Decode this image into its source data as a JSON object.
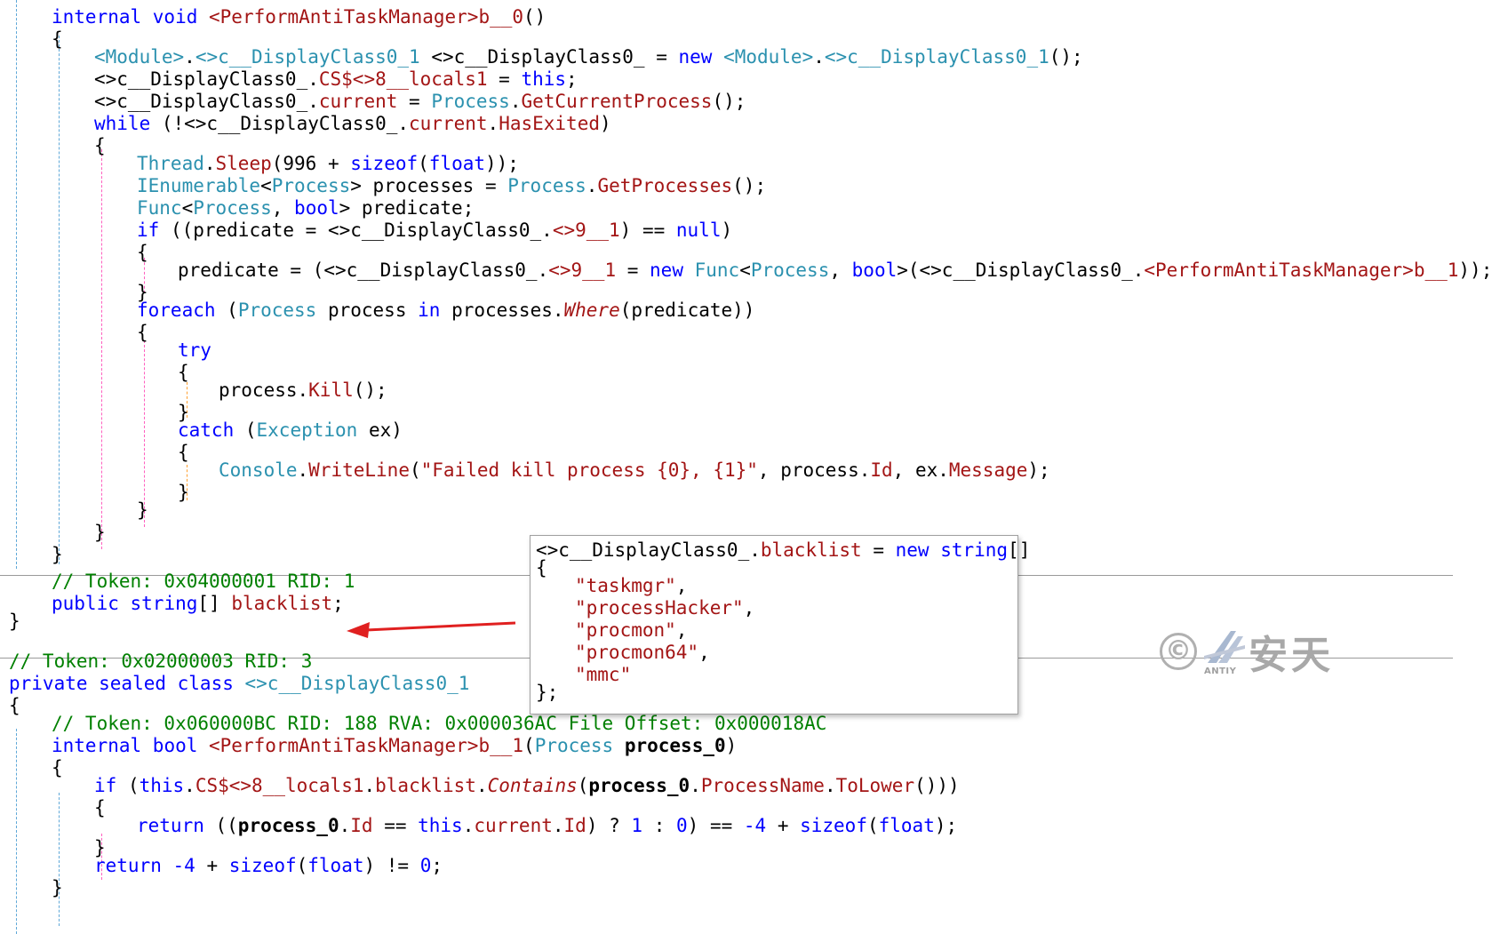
{
  "code_lines": [
    [
      [
        "kw",
        "internal void "
      ],
      [
        "member",
        "<PerformAntiTaskManager>b__0"
      ],
      [
        "plain",
        "()"
      ]
    ],
    [
      [
        "plain",
        "{"
      ]
    ],
    [
      [
        "type",
        "<Module>"
      ],
      [
        "plain",
        "."
      ],
      [
        "type",
        "<>c__DisplayClass0_1"
      ],
      [
        "plain",
        " <>c__DisplayClass0_ = "
      ],
      [
        "kw",
        "new "
      ],
      [
        "type",
        "<Module>"
      ],
      [
        "plain",
        "."
      ],
      [
        "type",
        "<>c__DisplayClass0_1"
      ],
      [
        "plain",
        "();"
      ]
    ],
    [
      [
        "plain",
        "<>c__DisplayClass0_."
      ],
      [
        "member",
        "CS$<>8__locals1"
      ],
      [
        "plain",
        " = "
      ],
      [
        "kw",
        "this"
      ],
      [
        "plain",
        ";"
      ]
    ],
    [
      [
        "plain",
        "<>c__DisplayClass0_."
      ],
      [
        "member",
        "current"
      ],
      [
        "plain",
        " = "
      ],
      [
        "type",
        "Process"
      ],
      [
        "plain",
        "."
      ],
      [
        "method",
        "GetCurrentProcess"
      ],
      [
        "plain",
        "();"
      ]
    ],
    [
      [
        "kw",
        "while"
      ],
      [
        "plain",
        " (!<>c__DisplayClass0_."
      ],
      [
        "member",
        "current"
      ],
      [
        "plain",
        "."
      ],
      [
        "member",
        "HasExited"
      ],
      [
        "plain",
        ")"
      ]
    ],
    [
      [
        "plain",
        "{"
      ]
    ],
    [
      [
        "type",
        "Thread"
      ],
      [
        "plain",
        "."
      ],
      [
        "method",
        "Sleep"
      ],
      [
        "plain",
        "("
      ],
      [
        "num",
        "996"
      ],
      [
        "plain",
        " + "
      ],
      [
        "kw",
        "sizeof"
      ],
      [
        "plain",
        "("
      ],
      [
        "kw",
        "float"
      ],
      [
        "plain",
        "));"
      ]
    ],
    [
      [
        "type",
        "IEnumerable"
      ],
      [
        "plain",
        "<"
      ],
      [
        "type",
        "Process"
      ],
      [
        "plain",
        "> processes = "
      ],
      [
        "type",
        "Process"
      ],
      [
        "plain",
        "."
      ],
      [
        "method",
        "GetProcesses"
      ],
      [
        "plain",
        "();"
      ]
    ],
    [
      [
        "type",
        "Func"
      ],
      [
        "plain",
        "<"
      ],
      [
        "type",
        "Process"
      ],
      [
        "plain",
        ", "
      ],
      [
        "kw",
        "bool"
      ],
      [
        "plain",
        "> predicate;"
      ]
    ],
    [
      [
        "kw",
        "if"
      ],
      [
        "plain",
        " ((predicate = <>c__DisplayClass0_."
      ],
      [
        "member",
        "<>9__1"
      ],
      [
        "plain",
        ") == "
      ],
      [
        "kw",
        "null"
      ],
      [
        "plain",
        ")"
      ]
    ],
    [
      [
        "plain",
        "{"
      ]
    ],
    [
      [
        "plain",
        "predicate = (<>c__DisplayClass0_."
      ],
      [
        "member",
        "<>9__1"
      ],
      [
        "plain",
        " = "
      ],
      [
        "kw",
        "new "
      ],
      [
        "type",
        "Func"
      ],
      [
        "plain",
        "<"
      ],
      [
        "type",
        "Process"
      ],
      [
        "plain",
        ", "
      ],
      [
        "kw",
        "bool"
      ],
      [
        "plain",
        ">(<>c__DisplayClass0_."
      ],
      [
        "member",
        "<PerformAntiTaskManager>b__1"
      ],
      [
        "plain",
        "));"
      ]
    ],
    [
      [
        "plain",
        "}"
      ]
    ],
    [
      [
        "kw",
        "foreach"
      ],
      [
        "plain",
        " ("
      ],
      [
        "type",
        "Process"
      ],
      [
        "plain",
        " process "
      ],
      [
        "kw",
        "in"
      ],
      [
        "plain",
        " processes."
      ],
      [
        "italic",
        "Where"
      ],
      [
        "plain",
        "(predicate))"
      ]
    ],
    [
      [
        "plain",
        "{"
      ]
    ],
    [
      [
        "kw",
        "try"
      ]
    ],
    [
      [
        "plain",
        "{"
      ]
    ],
    [
      [
        "plain",
        "process."
      ],
      [
        "method",
        "Kill"
      ],
      [
        "plain",
        "();"
      ]
    ],
    [
      [
        "plain",
        "}"
      ]
    ],
    [
      [
        "kw",
        "catch"
      ],
      [
        "plain",
        " ("
      ],
      [
        "type",
        "Exception"
      ],
      [
        "plain",
        " ex)"
      ]
    ],
    [
      [
        "plain",
        "{"
      ]
    ],
    [
      [
        "type",
        "Console"
      ],
      [
        "plain",
        "."
      ],
      [
        "method",
        "WriteLine"
      ],
      [
        "plain",
        "("
      ],
      [
        "str",
        "\"Failed kill process {0}, {1}\""
      ],
      [
        "plain",
        ", process."
      ],
      [
        "member",
        "Id"
      ],
      [
        "plain",
        ", ex."
      ],
      [
        "member",
        "Message"
      ],
      [
        "plain",
        ");"
      ]
    ],
    [
      [
        "plain",
        "}"
      ]
    ],
    [
      [
        "plain",
        "}"
      ]
    ],
    [
      [
        "plain",
        "}"
      ]
    ],
    [
      [
        "plain",
        "}"
      ]
    ],
    [
      [
        "comment",
        "// Token: 0x04000001 RID: 1"
      ]
    ],
    [
      [
        "kw",
        "public "
      ],
      [
        "kw",
        "string"
      ],
      [
        "plain",
        "[] "
      ],
      [
        "member",
        "blacklist"
      ],
      [
        "plain",
        ";"
      ]
    ],
    [
      [
        "plain",
        "}"
      ]
    ],
    [
      [
        "comment",
        "// Token: 0x02000003 RID: 3"
      ]
    ],
    [
      [
        "kw",
        "private sealed class "
      ],
      [
        "type",
        "<>c__DisplayClass0_1"
      ]
    ],
    [
      [
        "plain",
        "{"
      ]
    ],
    [
      [
        "comment",
        "// Token: 0x060000BC RID: 188 RVA: 0x000036AC File Offset: 0x000018AC"
      ]
    ],
    [
      [
        "kw",
        "internal "
      ],
      [
        "kw",
        "bool "
      ],
      [
        "member",
        "<PerformAntiTaskManager>b__1"
      ],
      [
        "plain",
        "("
      ],
      [
        "type",
        "Process"
      ],
      [
        "param",
        " process_0"
      ],
      [
        "plain",
        ")"
      ]
    ],
    [
      [
        "plain",
        "{"
      ]
    ],
    [
      [
        "kw",
        "if"
      ],
      [
        "plain",
        " ("
      ],
      [
        "kw",
        "this"
      ],
      [
        "plain",
        "."
      ],
      [
        "member",
        "CS$<>8__locals1"
      ],
      [
        "plain",
        "."
      ],
      [
        "member",
        "blacklist"
      ],
      [
        "plain",
        "."
      ],
      [
        "italic",
        "Contains"
      ],
      [
        "plain",
        "("
      ],
      [
        "param",
        "process_0"
      ],
      [
        "plain",
        "."
      ],
      [
        "member",
        "ProcessName"
      ],
      [
        "plain",
        "."
      ],
      [
        "method",
        "ToLower"
      ],
      [
        "plain",
        "()))"
      ]
    ],
    [
      [
        "plain",
        "{"
      ]
    ],
    [
      [
        "kw",
        "return"
      ],
      [
        "plain",
        " (("
      ],
      [
        "param",
        "process_0"
      ],
      [
        "plain",
        "."
      ],
      [
        "member",
        "Id"
      ],
      [
        "plain",
        " == "
      ],
      [
        "kw",
        "this"
      ],
      [
        "plain",
        "."
      ],
      [
        "member",
        "current"
      ],
      [
        "plain",
        "."
      ],
      [
        "member",
        "Id"
      ],
      [
        "plain",
        ") ? "
      ],
      [
        "kw",
        "1"
      ],
      [
        "plain",
        " : "
      ],
      [
        "kw",
        "0"
      ],
      [
        "plain",
        ") == "
      ],
      [
        "kw",
        "-4"
      ],
      [
        "plain",
        " + "
      ],
      [
        "kw",
        "sizeof"
      ],
      [
        "plain",
        "("
      ],
      [
        "kw",
        "float"
      ],
      [
        "plain",
        ");"
      ]
    ],
    [
      [
        "plain",
        "}"
      ]
    ],
    [
      [
        "kw",
        "return"
      ],
      [
        "plain",
        " "
      ],
      [
        "kw",
        "-4"
      ],
      [
        "plain",
        " + "
      ],
      [
        "kw",
        "sizeof"
      ],
      [
        "plain",
        "("
      ],
      [
        "kw",
        "float"
      ],
      [
        "plain",
        ") != "
      ],
      [
        "kw",
        "0"
      ],
      [
        "plain",
        ";"
      ]
    ],
    [
      [
        "plain",
        "}"
      ]
    ]
  ],
  "tooltip_lines": [
    [
      [
        "plain",
        "<>c__DisplayClass0_."
      ],
      [
        "member",
        "blacklist"
      ],
      [
        "plain",
        " = "
      ],
      [
        "kw",
        "new "
      ],
      [
        "kw",
        "string"
      ],
      [
        "plain",
        "[]"
      ]
    ],
    [
      [
        "plain",
        "{"
      ]
    ],
    [
      [
        "str",
        "\"taskmgr\""
      ],
      [
        "plain",
        ","
      ]
    ],
    [
      [
        "str",
        "\"processHacker\""
      ],
      [
        "plain",
        ","
      ]
    ],
    [
      [
        "str",
        "\"procmon\""
      ],
      [
        "plain",
        ","
      ]
    ],
    [
      [
        "str",
        "\"procmon64\""
      ],
      [
        "plain",
        ","
      ]
    ],
    [
      [
        "str",
        "\"mmc\""
      ]
    ],
    [
      [
        "plain",
        "};"
      ]
    ]
  ],
  "watermark": {
    "symbol": "©",
    "brand": "ANTIY",
    "name": "安天"
  },
  "colors": {
    "keyword": "#0000ff",
    "type": "#2b91af",
    "member": "#a31515",
    "comment": "#008000",
    "arrow": "#e02020"
  },
  "icons": [
    "copyright-icon",
    "antiy-logo-icon",
    "red-arrow-annotation"
  ]
}
